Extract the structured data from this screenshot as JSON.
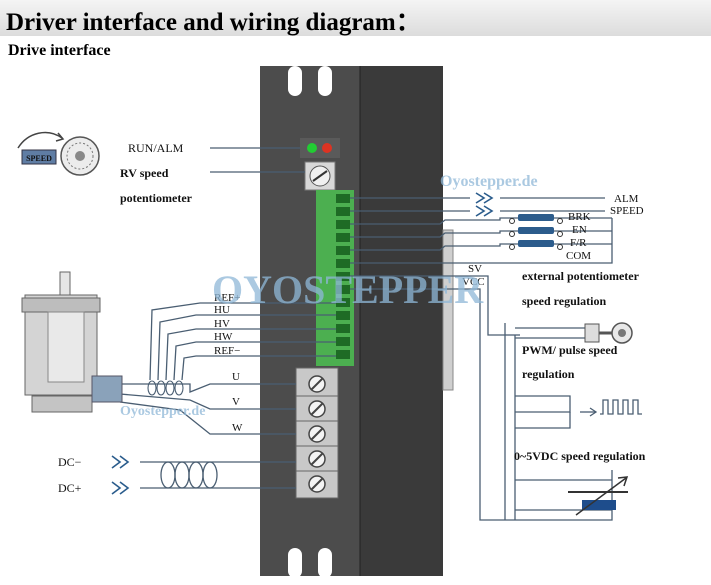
{
  "page_title": "Driver interface and wiring diagram：",
  "section_title": "Drive interface",
  "watermark": {
    "text": "Oyostepper.de",
    "big_text": "OYOSTEPPER"
  },
  "labels": {
    "run_alm": "RUN/ALM",
    "rv_speed": "RV speed",
    "potentiometer": "potentiometer",
    "speed_icon": "SPEED",
    "alm": "ALM",
    "speed": "SPEED",
    "brk": "BRK",
    "en": "EN",
    "fr": "F/R",
    "com": "COM",
    "sv": "SV",
    "vcc": "VCC",
    "ext_pot_1": "external potentiometer",
    "ext_pot_2": "speed regulation",
    "pwm_1": "PWM/ pulse speed",
    "pwm_2": "regulation",
    "vdc": "0~5VDC speed regulation",
    "ref_plus": "REF+",
    "hu": "HU",
    "hv": "HV",
    "hw": "HW",
    "ref_minus": "REF−",
    "u": "U",
    "v": "V",
    "w": "W",
    "dc_minus": "DC−",
    "dc_plus": "DC+"
  },
  "colors": {
    "driver_body": "#4c4c4c",
    "driver_side": "#3a3a3a",
    "terminal_green": "#4caf50",
    "wire": "#4a5e72",
    "led_green": "#22cc33",
    "led_red": "#dd3322",
    "potentiometer_blue": "#1e4d8c"
  }
}
